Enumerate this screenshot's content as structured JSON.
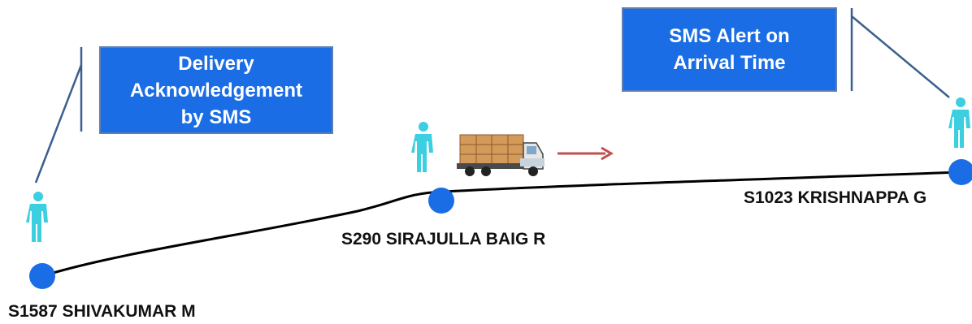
{
  "callouts": {
    "delivery_ack": {
      "lines": [
        "Delivery",
        "Acknowledgement",
        "by SMS"
      ]
    },
    "sms_alert": {
      "lines": [
        "SMS Alert on",
        "Arrival Time"
      ]
    }
  },
  "stops": [
    {
      "label": "S1587 SHIVAKUMAR M"
    },
    {
      "label": "S290 SIRAJULLA BAIG R"
    },
    {
      "label": "S1023 KRISHNAPPA G"
    }
  ],
  "colors": {
    "callout_fill": "#1a6de4",
    "stop_dot": "#1a6de4",
    "person": "#3ccfe0",
    "arrow": "#c0504d",
    "route": "#000000",
    "connector": "#3b5f8f"
  },
  "icons": {
    "person": "person-icon",
    "truck": "truck-icon",
    "direction": "direction-arrow-icon"
  }
}
